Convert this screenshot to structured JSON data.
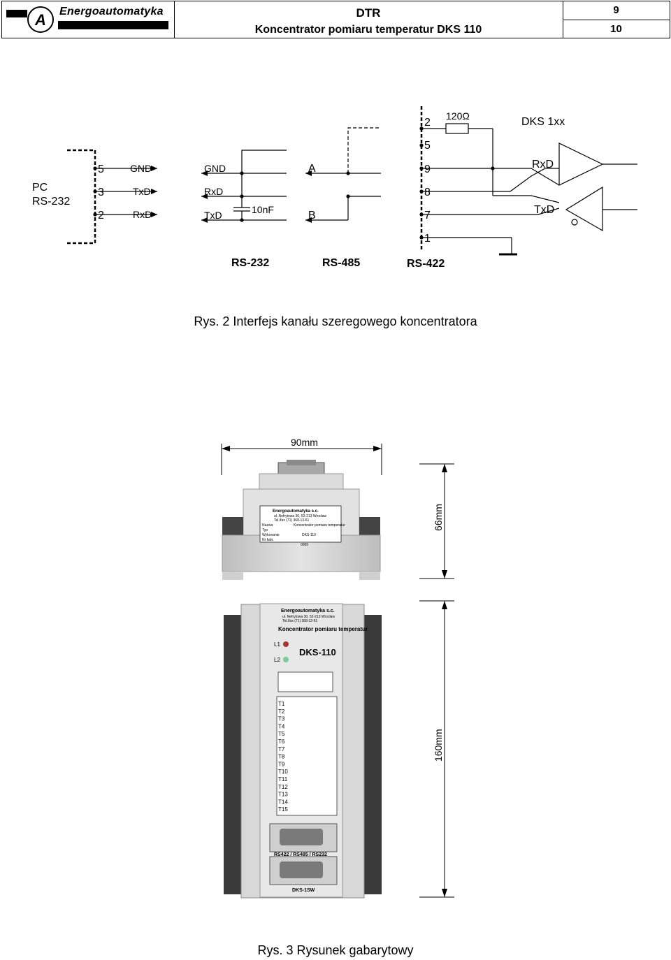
{
  "header": {
    "brand": "Energoautomatyka",
    "logo_letter": "A",
    "doc_type": "DTR",
    "doc_title": "Koncentrator pomiaru temperatur DKS 110",
    "page_current": "9",
    "page_total": "10"
  },
  "figure1": {
    "pc_label": "PC",
    "pc_port": "RS-232",
    "pins_left": [
      "5",
      "3",
      "2"
    ],
    "signals_left": [
      "GND",
      "TxD",
      "RxD"
    ],
    "signals_mid": [
      "GND",
      "RxD",
      "TxD"
    ],
    "capacitor": "10nF",
    "rs485_a": "A",
    "rs485_b": "B",
    "pins_right": [
      "2",
      "5",
      "9",
      "8",
      "7",
      "1"
    ],
    "resistor": "120Ω",
    "device": "DKS 1xx",
    "rxd": "RxD",
    "txd": "TxD",
    "bus_labels": [
      "RS-232",
      "RS-485",
      "RS-422"
    ],
    "caption": "Rys. 2 Interfejs kanału szeregowego koncentratora"
  },
  "figure2": {
    "width_dim": "90mm",
    "height_dim": "66mm",
    "length_dim": "160mm",
    "label_company": "Energoautomatyka s.c.",
    "label_address": "ul. Nefrytowa 30, 52-213 Wrocław",
    "label_phone": "Tel./fax (71) 368-13-61",
    "label_rows": [
      "Nazwa",
      "Typ",
      "Wykonanie",
      "Nr fabr."
    ],
    "label_values": [
      "Koncentrator pomiaru temperatur",
      "DKS-110",
      "",
      "0065"
    ],
    "front_title": "Koncentrator pomiaru temperatur",
    "front_model": "DKS-110",
    "led1": "L1",
    "led2": "L2",
    "channels": [
      "T1",
      "T2",
      "T3",
      "T4",
      "T5",
      "T6",
      "T7",
      "T8",
      "T9",
      "T10",
      "T11",
      "T12",
      "T13",
      "T14",
      "T15"
    ],
    "connector1": "RS422 / RS485 / RS232",
    "connector2": "DKS-1SW",
    "caption": "Rys. 3 Rysunek gabarytowy"
  }
}
